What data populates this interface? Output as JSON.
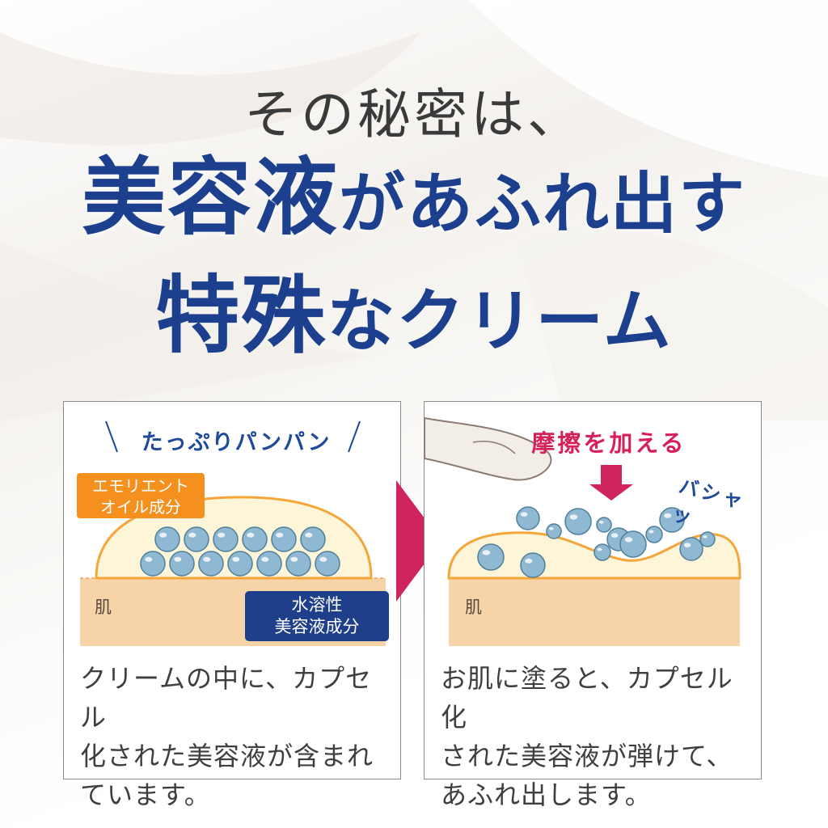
{
  "headline": {
    "line1": "その秘密は、",
    "line2_big": "美容液",
    "line2_small": "があふれ出す",
    "line3_big": "特殊",
    "line3_small": "なクリーム"
  },
  "panel_left": {
    "label_top": "たっぷりパンパン",
    "tag_emollient": [
      "エモリエント",
      "オイル成分"
    ],
    "skin_label": "肌",
    "tag_serum": [
      "水溶性",
      "美容液成分"
    ],
    "description": [
      "クリームの中に、カプセル",
      "化された美容液が含まれ",
      "ています。"
    ]
  },
  "panel_right": {
    "label_friction": "摩擦を加える",
    "label_splash": "バシャッ",
    "skin_label": "肌",
    "description": [
      "お肌に塗ると、カプセル化",
      "された美容液が弾けて、",
      "あふれ出します。"
    ]
  },
  "colors": {
    "navy": "#1c3f8e",
    "magenta": "#d7205a",
    "orange": "#f5901e",
    "skin": "#f6d4a8",
    "cream": "#fdf5d8",
    "capsule": "#8fb9d2"
  },
  "icons": {
    "middle_arrow": "play-triangle-icon",
    "down_arrow": "arrow-down-icon",
    "finger": "finger-icon"
  }
}
